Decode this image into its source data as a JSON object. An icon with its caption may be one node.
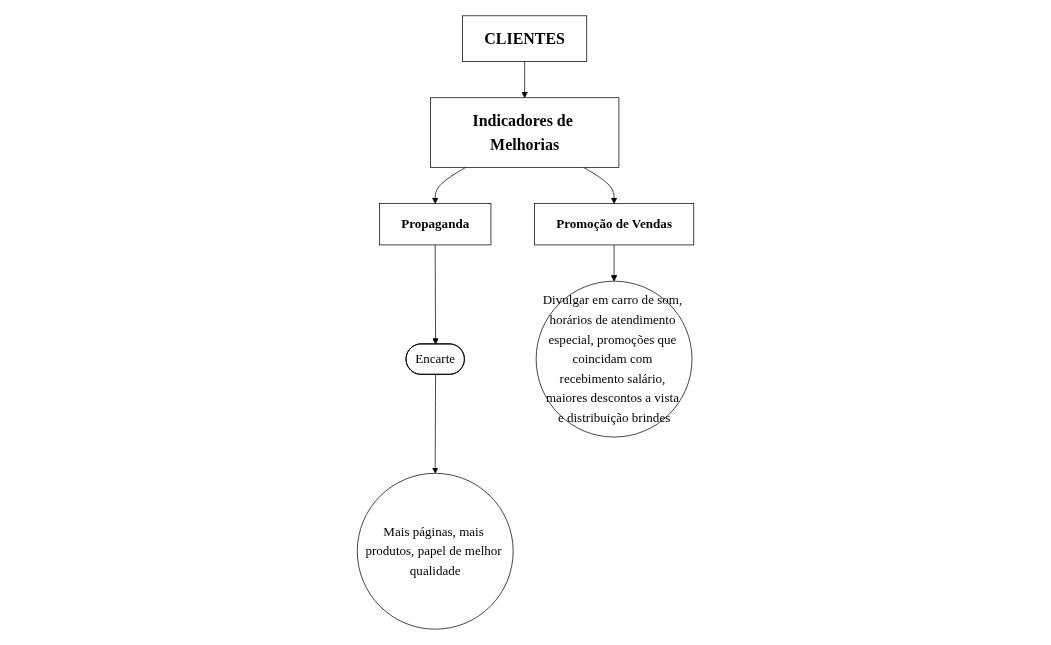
{
  "diagram": {
    "nodes": [
      {
        "text": [
          "CLIENTES"
        ]
      },
      {
        "text": [
          "Indicadores de Melhorias"
        ]
      },
      {
        "text": [
          "Propaganda"
        ]
      },
      {
        "text": [
          "Promoção de Vendas"
        ]
      },
      {
        "text": [
          "Encarte"
        ]
      },
      {
        "text": [
          "Mais páginas, mais produtos, papel de melhor qualidade"
        ]
      },
      {
        "text": [
          "Divulgar em carro de som, horários de atendimento especial, promoções que coincidam com recebimento salário, maiores descontos a vista e distribuição brindes"
        ]
      }
    ],
    "edges": [
      {
        "from": 0,
        "to": 1,
        "arrow": "to"
      },
      {
        "from": 1,
        "to": 2,
        "arrow": "to"
      },
      {
        "from": 1,
        "to": 3,
        "arrow": "to"
      },
      {
        "from": 2,
        "to": 4,
        "arrow": "to"
      },
      {
        "from": 4,
        "to": 5,
        "arrow": "to"
      },
      {
        "from": 3,
        "to": 6,
        "arrow": "to"
      }
    ]
  }
}
